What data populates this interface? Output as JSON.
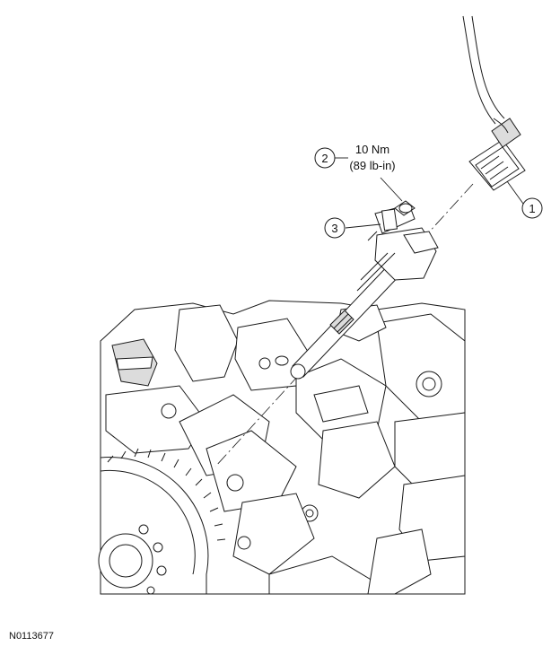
{
  "callouts": [
    {
      "number": "1",
      "label": ""
    },
    {
      "number": "2",
      "label": "10 Nm",
      "sublabel": "(89 lb-in)"
    },
    {
      "number": "3",
      "label": ""
    }
  ],
  "figure_id": "N0113677",
  "colors": {
    "line": "#1a1a1a",
    "fill": "#ffffff",
    "shade": "#dcdcdc"
  }
}
